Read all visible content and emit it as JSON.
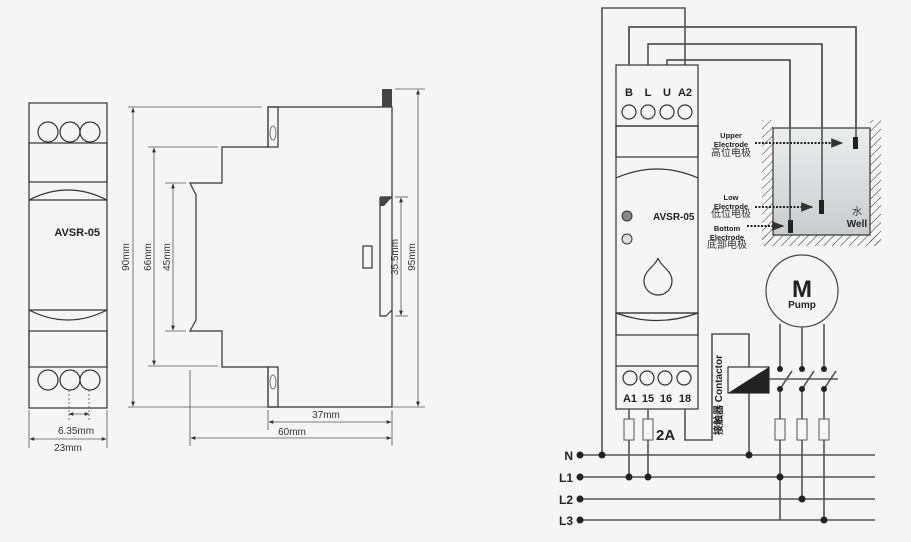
{
  "front_view": {
    "model": "AVSR-05",
    "pitch": "6.35mm",
    "width": "23mm"
  },
  "side_view": {
    "height_90": "90mm",
    "height_66": "66mm",
    "height_45": "45mm",
    "rail_35": "35.5mm",
    "height_95": "95mm",
    "depth_37": "37mm",
    "depth_60": "60mm"
  },
  "wiring": {
    "model": "AVSR-05",
    "top_terminals": [
      "B",
      "L",
      "U",
      "A2"
    ],
    "bottom_terminals": [
      "A1",
      "15",
      "16",
      "18"
    ],
    "fuse_rating": "2A",
    "contactor_label": "接触器 Contactor",
    "upper_electrode": [
      "Upper",
      "Electrode",
      "高位电极"
    ],
    "low_electrode": [
      "Low",
      "Electrode",
      "低位电极"
    ],
    "bottom_electrode": [
      "Bottom",
      "Electrode",
      "底部电极"
    ],
    "well_cn": "水",
    "well_en": "Well",
    "motor_symbol": "M",
    "motor_label": "Pump",
    "buses": [
      "N",
      "L1",
      "L2",
      "L3"
    ]
  }
}
